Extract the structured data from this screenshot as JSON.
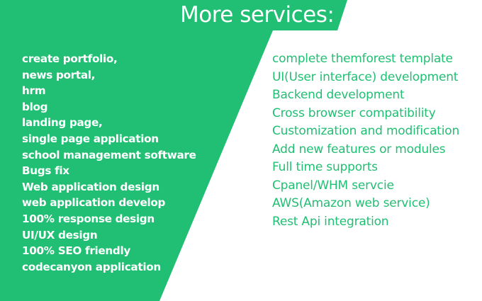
{
  "title": "More services:",
  "colors": {
    "accent": "#21bf73",
    "background": "#ffffff",
    "left_text": "#ffffff",
    "right_text": "#21bf73"
  },
  "left_services": [
    "create portfolio,",
    "news portal,",
    "hrm",
    "blog",
    "landing page,",
    "single page application",
    "school management software",
    "Bugs fix",
    "Web application design",
    "web application develop",
    "100% response design",
    "UI/UX design",
    "100% SEO friendly",
    "codecanyon application"
  ],
  "right_services": [
    "complete themforest template",
    "UI(User interface) development",
    "Backend development",
    "Cross browser compatibility",
    "Customization and modification",
    "Add new features or modules",
    "Full time supports",
    "Cpanel/WHM servcie",
    "AWS(Amazon web service)",
    "Rest Api integration"
  ]
}
